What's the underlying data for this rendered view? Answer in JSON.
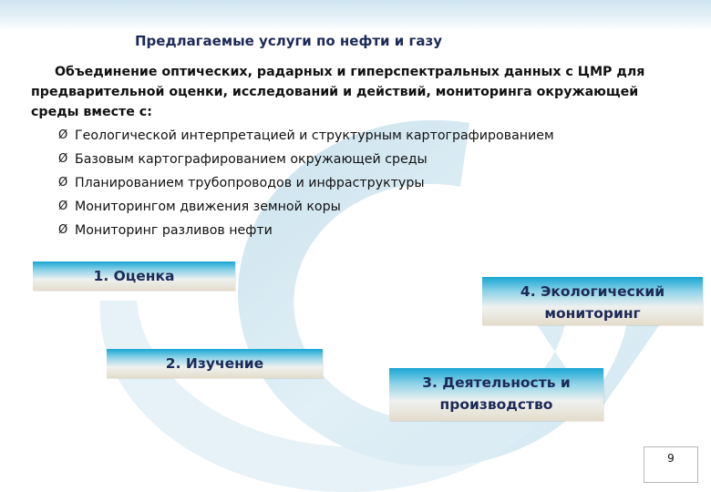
{
  "title": "Предлагаемые услуги по нефти и газу",
  "intro": "Объединение оптических, радарных и гиперспектральных данных с ЦМР для предварительной оценки, исследований и действий, мониторинга окружающей среды вместе с:",
  "bullets": [
    "Геологической интерпретацией и структурным картографированием",
    "Базовым картографированием окружающей среды",
    "Планированием трубопроводов и инфраструктуры",
    "Мониторингом движения земной коры",
    "Мониторинг разливов нефти"
  ],
  "bullet_marker": "Ø",
  "stages": {
    "s1": "1. Оценка",
    "s2": "2. Изучение",
    "s3": "3. Деятельность и производство",
    "s4": "4. Экологический мониторинг"
  },
  "page_number": "9",
  "colors": {
    "title": "#1c2a57",
    "stage_top": "#17a6d3",
    "stage_bottom": "#e4dccb",
    "arc": "#c9e2ee"
  }
}
